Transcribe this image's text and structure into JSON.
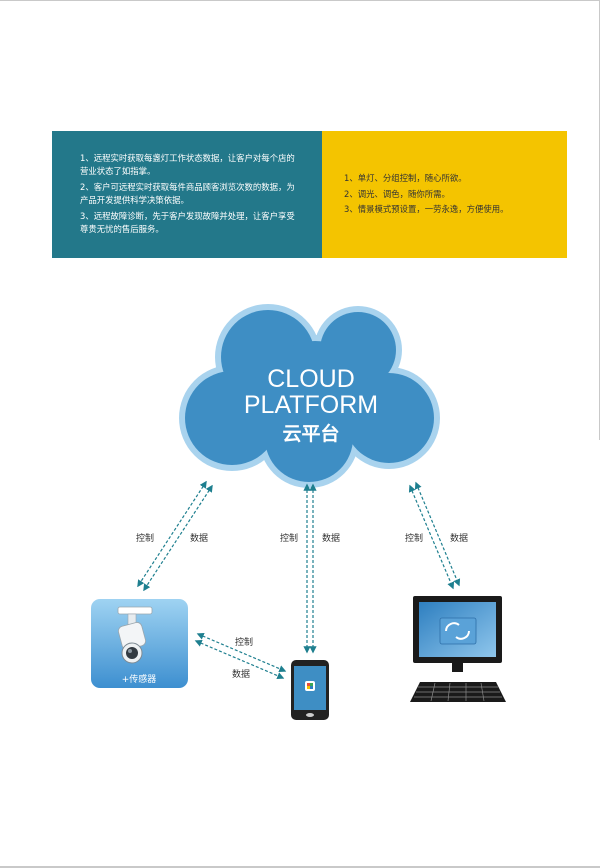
{
  "banner": {
    "left_items": [
      "1、远程实时获取每盏灯工作状态数据，让客户对每个店的营业状态了如指掌。",
      "2、客户可远程实时获取每件商品顾客浏览次数的数据，为产品开发提供科学决策依据。",
      "3、远程故障诊断，先于客户发现故障并处理，让客户享受尊贵无忧的售后服务。"
    ],
    "right_items": [
      "1、单灯、分组控制，随心所欲。",
      "2、调光、调色，随你所需。",
      "3、情景模式预设置，一劳永逸，方便使用。"
    ]
  },
  "cloud": {
    "title_line1": "CLOUD",
    "title_line2": "PLATFORM",
    "subtitle": "云平台"
  },
  "links": {
    "left_control": "控制",
    "left_data": "数据",
    "middle_control": "控制",
    "middle_data": "数据",
    "right_control": "控制",
    "right_data": "数据",
    "sensor_phone_control": "控制",
    "sensor_phone_data": "数据"
  },
  "devices": {
    "sensor_label": "+传感器"
  },
  "colors": {
    "teal": "#23788a",
    "yellow": "#f4c400",
    "cloud": "#3e8ec4",
    "cloud_outline": "#a9d3ee",
    "arrow": "#1e7f8f"
  }
}
